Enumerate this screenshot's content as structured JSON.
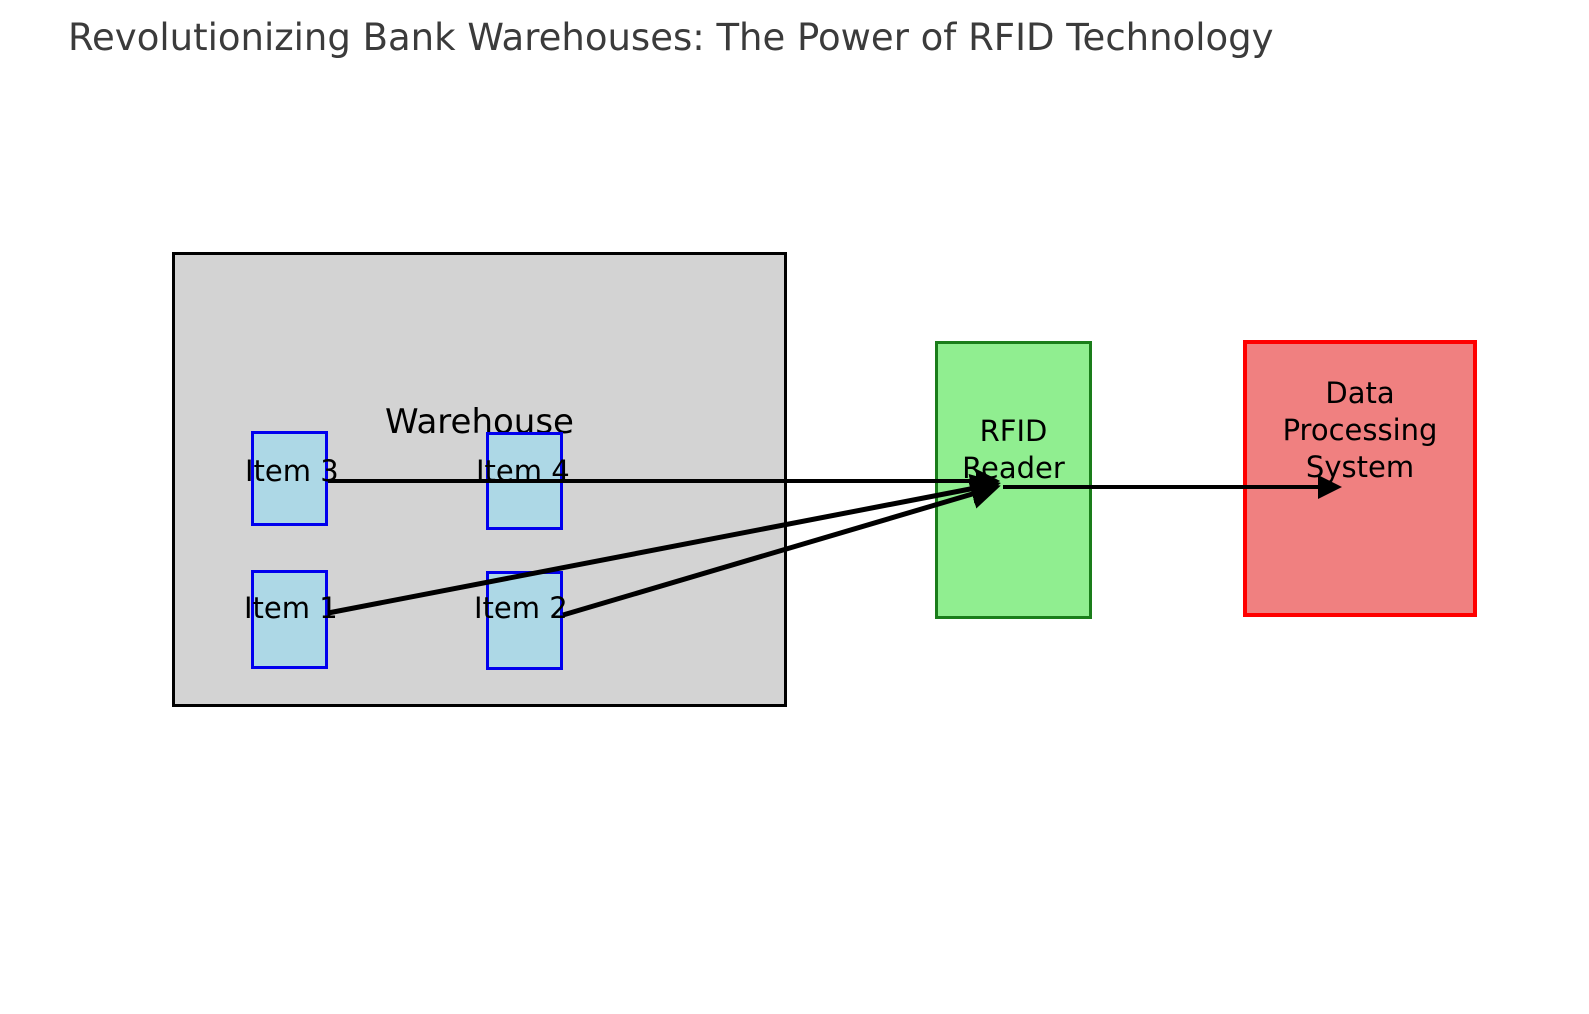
{
  "title": "Revolutionizing Bank Warehouses: The Power of RFID Technology",
  "warehouse": {
    "label": "Warehouse",
    "fill": "#d3d3d3",
    "stroke": "#000000",
    "items": [
      {
        "label": "Item 3",
        "fill": "#add8e6",
        "stroke": "#0000ee"
      },
      {
        "label": "Item 4",
        "fill": "#add8e6",
        "stroke": "#0000ee"
      },
      {
        "label": "Item 1",
        "fill": "#add8e6",
        "stroke": "#0000ee"
      },
      {
        "label": "Item 2",
        "fill": "#add8e6",
        "stroke": "#0000ee"
      }
    ]
  },
  "nodes": {
    "rfid_reader": {
      "label": "RFID\nReader",
      "fill": "#90ee90",
      "stroke": "#1a7d1a"
    },
    "data_processing_system": {
      "label": "Data\nProcessing\nSystem",
      "fill": "#f08080",
      "stroke": "#ff0000"
    }
  },
  "connections": [
    {
      "name": "item3-to-rfid-reader",
      "from": "Item 3",
      "to": "RFID Reader"
    },
    {
      "name": "item4-to-rfid-reader",
      "from": "Item 4",
      "to": "RFID Reader"
    },
    {
      "name": "item1-to-rfid-reader",
      "from": "Item 1",
      "to": "RFID Reader"
    },
    {
      "name": "item2-to-rfid-reader",
      "from": "Item 2",
      "to": "RFID Reader"
    },
    {
      "name": "rfid-reader-to-data-processing-system",
      "from": "RFID Reader",
      "to": "Data Processing System"
    }
  ],
  "colors": {
    "arrow": "#000000",
    "title_text": "#3b3b3b",
    "background": "#ffffff"
  }
}
